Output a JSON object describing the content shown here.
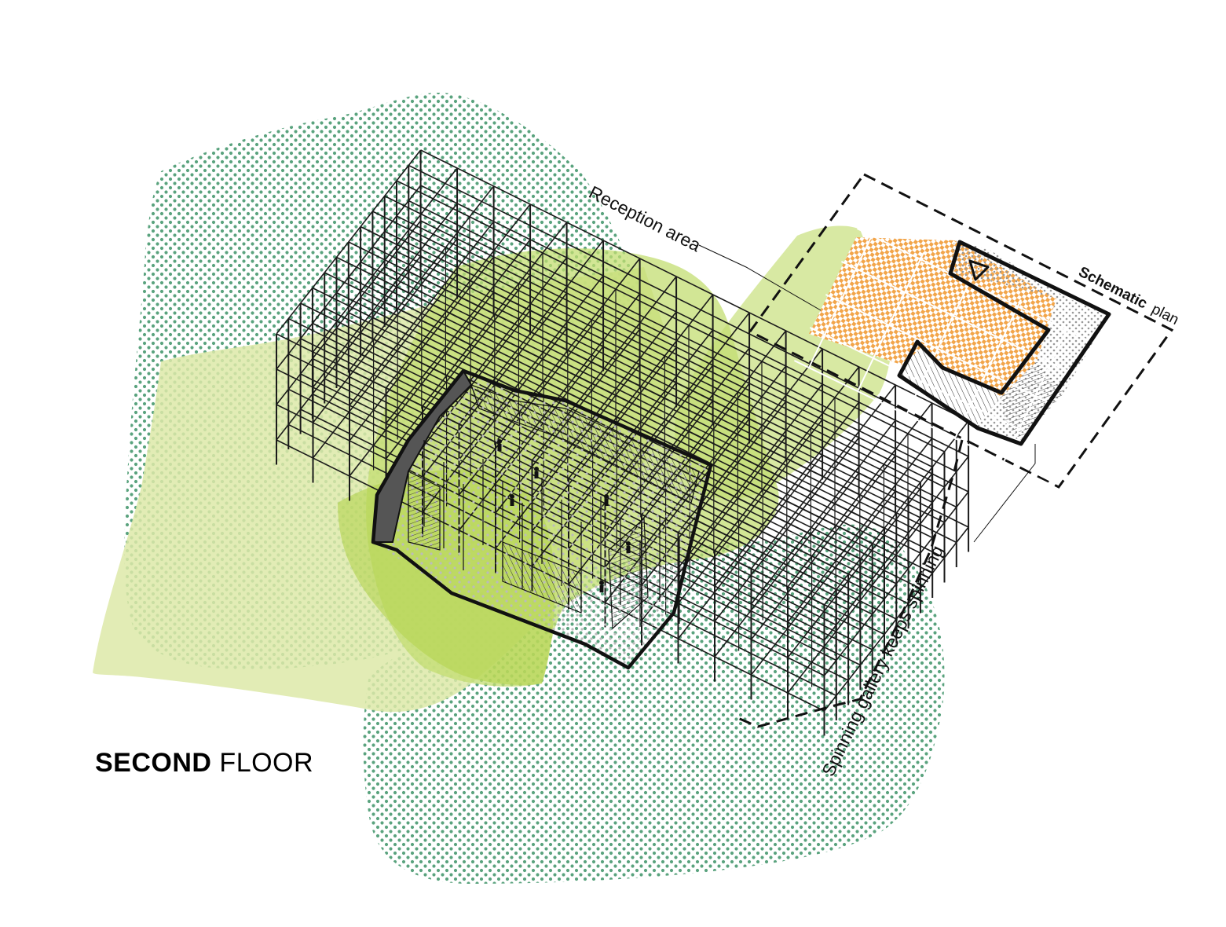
{
  "title": {
    "bold": "SECOND",
    "normal": "FLOOR"
  },
  "labels": {
    "reception": "Reception area",
    "spinning": "Spinning gallery keeps spinning",
    "plan_bold": "Schematic",
    "plan_normal": "plan"
  },
  "colors": {
    "dot_green": "#5aa37e",
    "light_green": "#dde9a8",
    "mid_green": "#c3dd72",
    "bright_green": "#b4d44e",
    "orange_check": "#f2a54a",
    "gray_dots": "#aaaaaa",
    "structure": "#1a1a1a"
  },
  "icons": [
    "entrance-triangle-icon"
  ]
}
